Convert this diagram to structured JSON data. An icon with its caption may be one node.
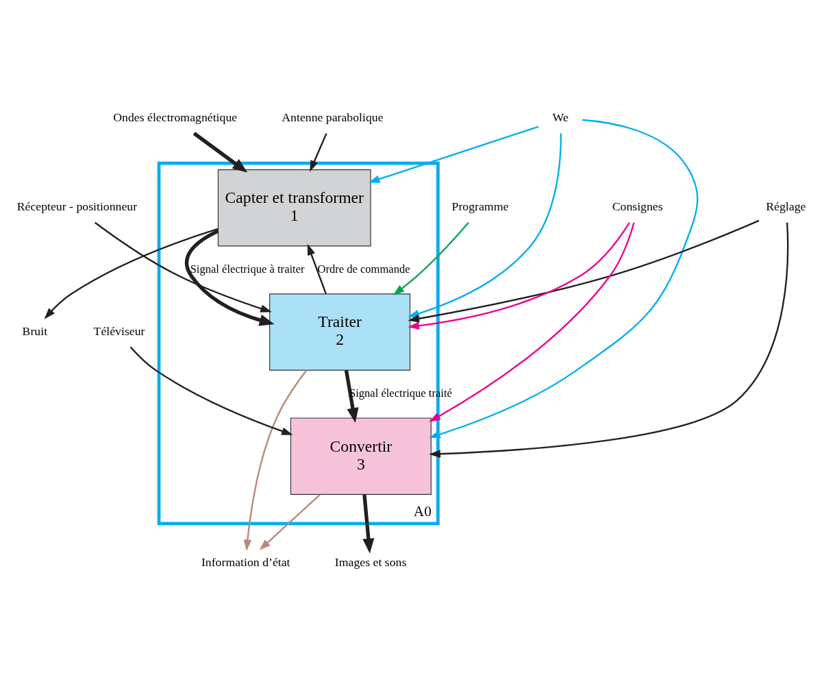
{
  "diagram": {
    "nodes": [
      {
        "text": [
          "A0"
        ]
      },
      {
        "text": [
          "Capter et transformer",
          "1"
        ],
        "in": 0
      },
      {
        "text": [
          "Traiter",
          "2"
        ],
        "in": 0
      },
      {
        "text": [
          "Convertir",
          "3"
        ],
        "in": 0
      },
      {
        "text": [
          "We"
        ]
      },
      {
        "text": [
          "Programme"
        ]
      },
      {
        "text": [
          "Réglage"
        ]
      },
      {
        "text": [
          "Consignes"
        ]
      },
      {
        "text": [
          "Ondes électromagnétique"
        ]
      },
      {
        "text": [
          "Antenne parabolique"
        ]
      },
      {
        "text": [
          "Récepteur - positionneur"
        ]
      },
      {
        "text": [
          "Téléviseur"
        ]
      },
      {
        "text": [
          "Bruit"
        ]
      },
      {
        "text": [
          "Information d’état"
        ]
      },
      {
        "text": [
          "Images et sons"
        ]
      }
    ],
    "edges": [
      {
        "from": 4,
        "to": 1,
        "arrow": "to",
        "color": "#00aeef"
      },
      {
        "from": 4,
        "to": 2,
        "arrow": "to",
        "color": "#00aeef"
      },
      {
        "from": 4,
        "to": 3,
        "arrow": "to",
        "color": "#00aeef"
      },
      {
        "from": 5,
        "to": 2,
        "arrow": "to",
        "color": "#00a651"
      },
      {
        "from": 6,
        "to": 2,
        "arrow": "to"
      },
      {
        "from": 6,
        "to": 3,
        "arrow": "to"
      },
      {
        "from": 7,
        "to": 2,
        "arrow": "to",
        "color": "#ec008c"
      },
      {
        "from": 7,
        "to": 3,
        "arrow": "to",
        "color": "#ec008c"
      },
      {
        "from": 8,
        "to": 1,
        "arrow": "to",
        "style": "thick"
      },
      {
        "from": 9,
        "to": 1,
        "arrow": "to"
      },
      {
        "from": 1,
        "to": 12,
        "arrow": "to"
      },
      {
        "from": 1,
        "to": 2,
        "arrow": "to",
        "label": "Signal électrique à traiter",
        "style": "thick"
      },
      {
        "from": 2,
        "to": 1,
        "arrow": "to",
        "label": "Ordre de commande"
      },
      {
        "from": 10,
        "to": 2,
        "arrow": "to"
      },
      {
        "from": 2,
        "to": 13,
        "arrow": "to",
        "color": "#b8887a"
      },
      {
        "from": 2,
        "to": 3,
        "arrow": "to",
        "label": "Signal électrique traité",
        "style": "thick"
      },
      {
        "from": 3,
        "to": 13,
        "arrow": "to",
        "color": "#b8887a"
      },
      {
        "from": 11,
        "to": 3,
        "arrow": "to"
      },
      {
        "from": 3,
        "to": 14,
        "arrow": "to",
        "style": "thick"
      }
    ]
  }
}
